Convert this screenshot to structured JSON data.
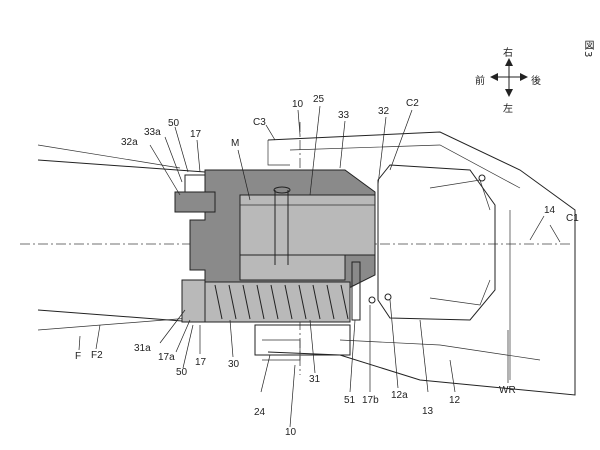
{
  "figure_label": "図3",
  "directions": {
    "up": "右",
    "down": "左",
    "left": "前",
    "right": "後"
  },
  "labels": {
    "l10_top": "10",
    "l25": "25",
    "lC3": "C3",
    "lC2": "C2",
    "l33": "33",
    "l32": "32",
    "l32a": "32a",
    "l33a": "33a",
    "l50_top": "50",
    "l17_top": "17",
    "lM": "M",
    "l14": "14",
    "lC1": "C1",
    "l31a": "31a",
    "l17a": "17a",
    "l50_bot": "50",
    "l17_bot": "17",
    "l30": "30",
    "lF": "F",
    "lF2": "F2",
    "l24": "24",
    "l31": "31",
    "l51": "51",
    "l17b": "17b",
    "l12a": "12a",
    "l13": "13",
    "l12": "12",
    "lWR": "WR",
    "l10_bot": "10"
  }
}
